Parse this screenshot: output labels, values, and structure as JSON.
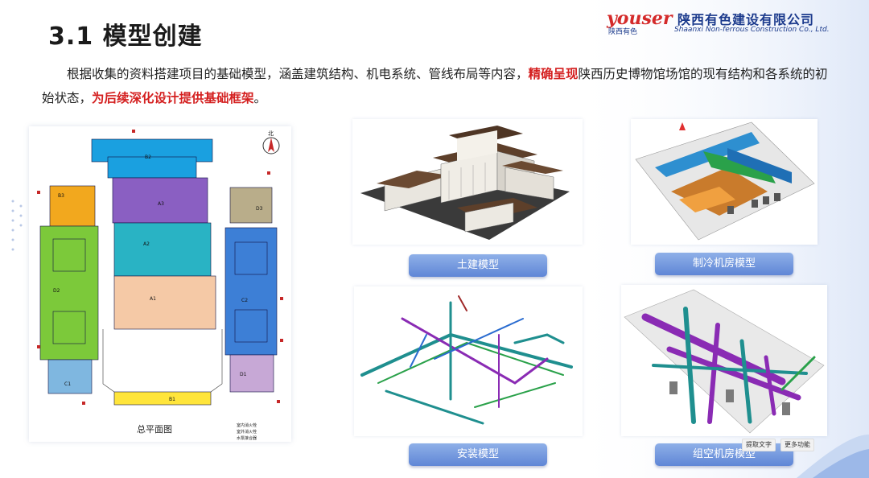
{
  "header": {
    "section_title": "3.1 模型创建",
    "logo": {
      "brand": "youser",
      "company_cn": "陕西有色建设有限公司",
      "brand_cn": "陕西有色",
      "company_en": "Shaanxi Non-ferrous Construction Co., Ltd."
    }
  },
  "intro": {
    "part1": "根据收集的资料搭建项目的基础模型，涵盖建筑结构、机电系统、管线布局等内容，",
    "highlight1": "精确呈现",
    "part2": "陕西历史博物馆场馆的现有结构和各系统的初始状态，",
    "highlight2": "为后续深化设计提供基础框架",
    "part3": "。"
  },
  "floor_plan": {
    "caption": "总平面图",
    "north_label": "北",
    "zone_labels": [
      "B2",
      "B3",
      "A3",
      "D3",
      "A2",
      "D2",
      "A1",
      "C2",
      "D1",
      "C1",
      "B1"
    ],
    "legend": [
      "室内消火栓",
      "室外消火栓",
      "水泵接合器"
    ]
  },
  "models": [
    {
      "label": "土建模型"
    },
    {
      "label": "制冷机房模型"
    },
    {
      "label": "安装模型"
    },
    {
      "label": "组空机房模型"
    }
  ],
  "ocr_toolbar": {
    "extract_text": "提取文字",
    "more": "更多功能"
  },
  "colors": {
    "accent_blue": "#5f86d6",
    "highlight_red": "#d41f1f",
    "logo_red": "#d42a2a",
    "logo_blue": "#1b3a8c"
  }
}
